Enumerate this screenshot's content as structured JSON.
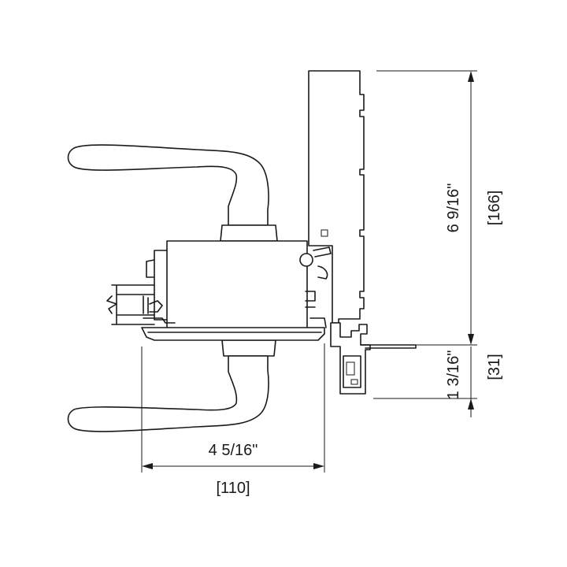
{
  "dimensions": {
    "height_inch": "6 9/16\"",
    "height_mm": "[166]",
    "small_inch": "1 3/16\"",
    "small_mm": "[31]",
    "width_inch": "4 5/16\"",
    "width_mm": "[110]"
  },
  "colors": {
    "line": "#1a1a1a",
    "background": "#ffffff"
  }
}
